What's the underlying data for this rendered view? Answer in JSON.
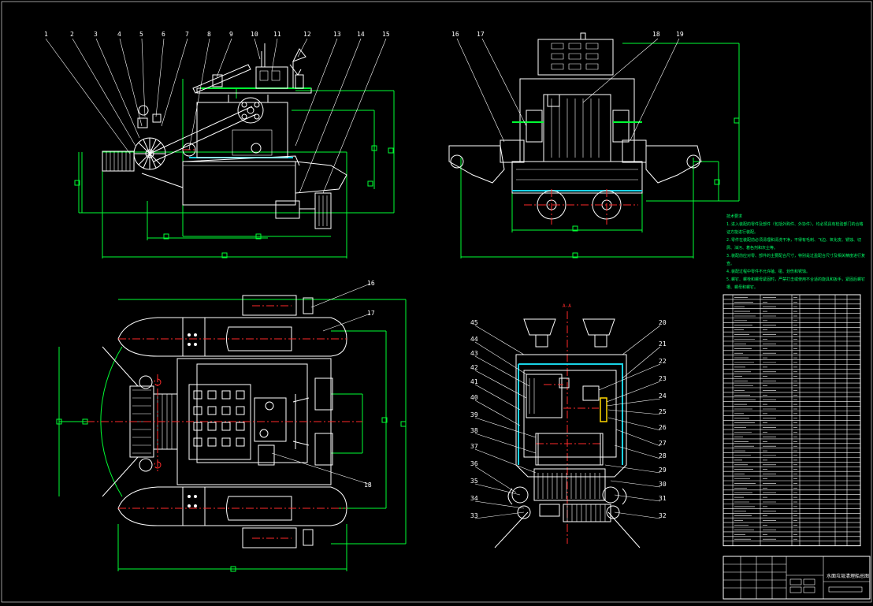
{
  "drawing": {
    "front_view_labels": [
      "1",
      "2",
      "3",
      "4",
      "5",
      "6",
      "7",
      "8",
      "9",
      "10",
      "11",
      "12",
      "13",
      "14",
      "15"
    ],
    "side_view_labels": [
      "16",
      "17",
      "18",
      "19"
    ],
    "top_view_labels": [
      "16",
      "17",
      "18"
    ],
    "section_view_labels_left": [
      "45",
      "44",
      "43",
      "42",
      "41",
      "40",
      "39",
      "38",
      "37",
      "36",
      "35",
      "34",
      "33"
    ],
    "section_view_labels_right": [
      "20",
      "21",
      "22",
      "23",
      "24",
      "25",
      "26",
      "27",
      "28",
      "29",
      "30",
      "31",
      "32"
    ],
    "section_title": "A-A",
    "notes_heading": "技术要求",
    "notes_lines": [
      "1.进入装配的零件及部件（包括外购件、外协件），均必须具有检验部门的合格",
      "证方能进行装配。",
      "2.零件在装配前必须清理和清洗干净，不得有毛刺、飞边、氧化皮、锈蚀、切",
      "屑、油污、着色剂和灰尘等。",
      "3.装配前应对零、部件的主要配合尺寸，特别是过盈配合尺寸及相关精度进行复",
      "查。",
      "4.装配过程中零件不允许磕、碰、划伤和锈蚀。",
      "5.螺钉、螺栓和螺母紧固时，严禁打击或使用不合适的旋具和扳手，紧固后螺钉",
      "槽、螺母和螺钉。"
    ],
    "title_block_name": "水面垃圾清理船总图"
  }
}
